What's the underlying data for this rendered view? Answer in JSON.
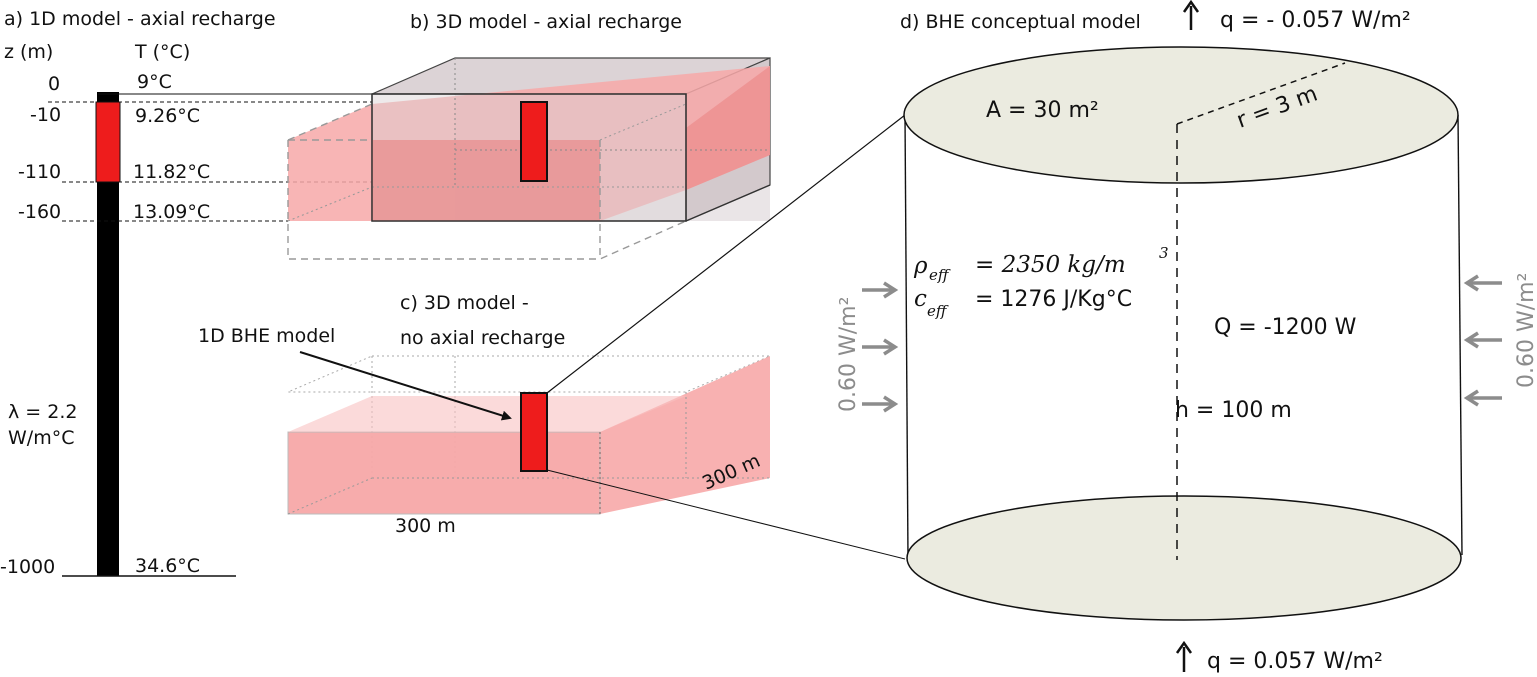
{
  "panel_a": {
    "title": "a) 1D model - axial recharge",
    "z_header": "z (m)",
    "t_header": "T (°C)",
    "rows": [
      {
        "z": "0",
        "t": "9°C"
      },
      {
        "z": "-10",
        "t": "9.26°C"
      },
      {
        "z": "-110",
        "t": "11.82°C"
      },
      {
        "z": "-160",
        "t": "13.09°C"
      },
      {
        "z": "-1000",
        "t": "34.6°C"
      }
    ],
    "lambda_line1": "λ = 2.2",
    "lambda_line2": "W/m°C"
  },
  "panel_b": {
    "title": "b) 3D model - axial recharge"
  },
  "panel_c": {
    "title_line1": "c) 3D model -",
    "title_line2": "no axial recharge",
    "callout": "1D BHE model",
    "dim_width": "300 m",
    "dim_depth": "300 m"
  },
  "panel_d": {
    "title": "d) BHE conceptual model",
    "q_top": "q = - 0.057 W/m²",
    "q_bottom": "q = 0.057 W/m²",
    "area": "A = 30 m²",
    "radius": "r = 3 m",
    "rho_symbol": "ρ",
    "rho_sub": "eff",
    "rho_value": "= 2350 kg/m",
    "rho_exp": "3",
    "c_symbol": "c",
    "c_sub": "eff",
    "c_value": "= 1276 J/Kg°C",
    "power": "Q = -1200 W",
    "height": "h = 100 m",
    "lateral_flux_left": "0.60 W/m²",
    "lateral_flux_right": "0.60 W/m²"
  },
  "colors": {
    "red": "#ee1c1c",
    "pink": "#f7a8a8",
    "pink_dark": "#e88a8a",
    "gray_box": "#d9d0d3",
    "cap_fill": "#ebebe0",
    "arrow_gray": "#8c8c8c"
  }
}
